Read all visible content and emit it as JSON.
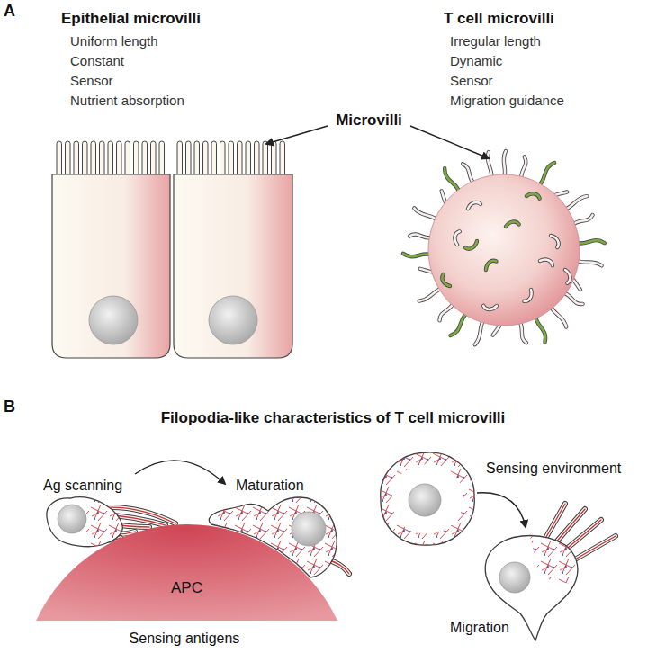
{
  "diagram": {
    "nodes": [
      {
        "text": [
          "APC"
        ]
      }
    ],
    "labels": [
      "A",
      "Epithelial microvilli",
      "Uniform length",
      "Constant",
      "Sensor",
      "Nutrient absorption",
      "T cell microvilli",
      "Irregular length",
      "Dynamic",
      "Sensor",
      "Migration guidance",
      "Microvilli",
      "B",
      "Filopodia-like characteristics of T cell microvilli",
      "Ag scanning",
      "Maturation",
      "Sensing environment",
      "Sensing antigens",
      "Migration"
    ]
  }
}
